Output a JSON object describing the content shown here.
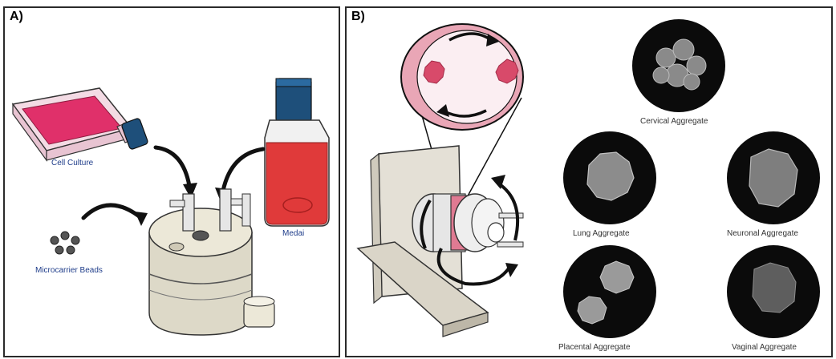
{
  "panel_a": {
    "label": "A)",
    "cell_culture_label": "Cell Culture",
    "media_label": "Medai",
    "beads_label": "Microcarrier Beads"
  },
  "panel_b": {
    "label": "B)",
    "aggregates": [
      {
        "label": "Cervical Aggregate"
      },
      {
        "label": "Lung Aggregate"
      },
      {
        "label": "Neuronal Aggregate"
      },
      {
        "label": "Placental Aggregate"
      },
      {
        "label": "Vaginal Aggregate"
      }
    ]
  },
  "colors": {
    "flask_pink": "#e0306a",
    "media_red": "#e03a3a",
    "cap_blue": "#1e4f7a",
    "aggregate_pink": "#d84a6a",
    "steel": "#cfcfcf",
    "frame": "#2a2a2a"
  }
}
